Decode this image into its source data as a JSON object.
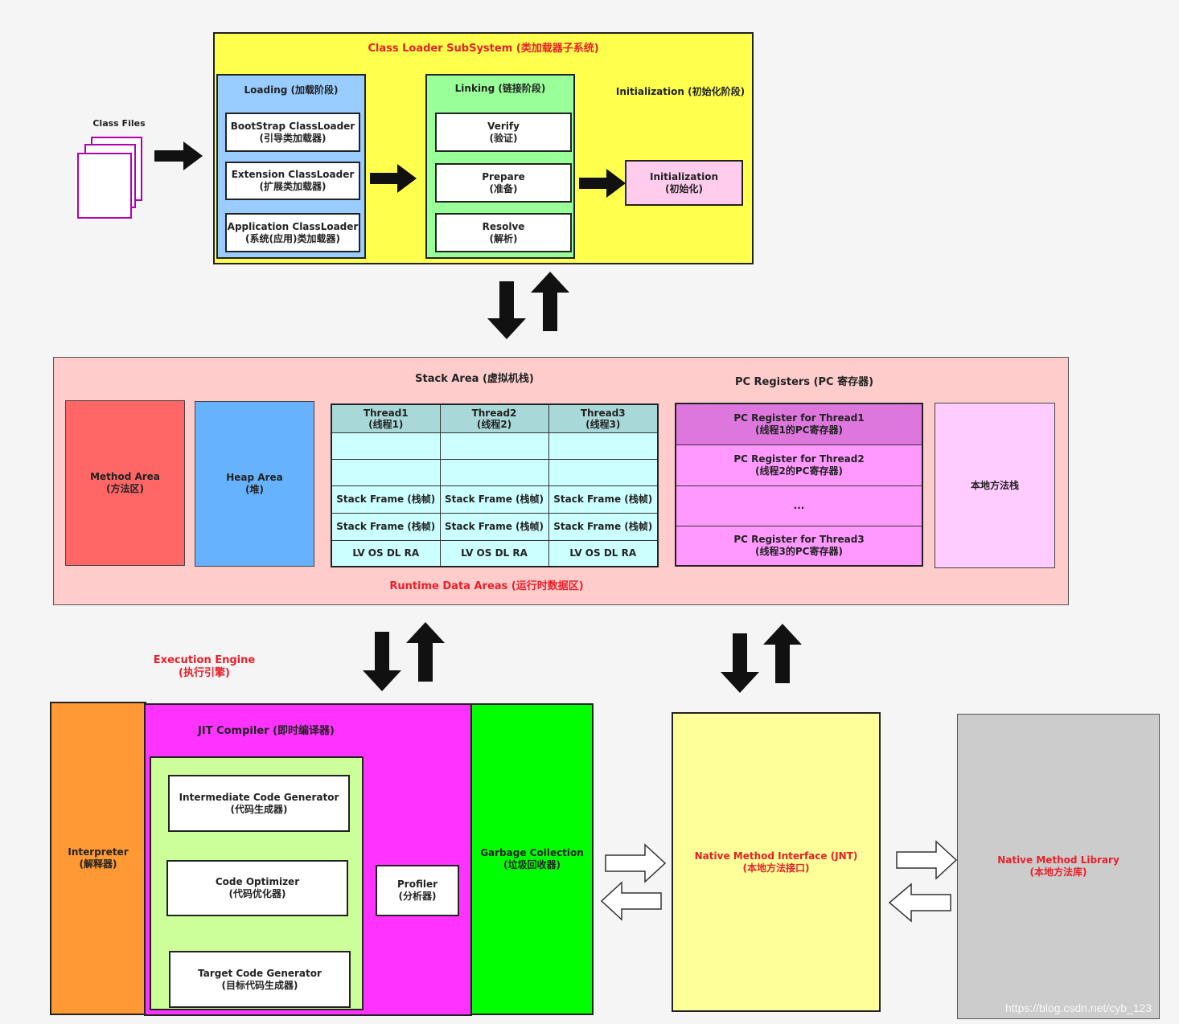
{
  "class_files": {
    "label": "Class Files"
  },
  "class_loader": {
    "title": "Class  Loader  SubSystem (类加载器子系统)",
    "loading": {
      "title": "Loading  (加载阶段)",
      "items": [
        {
          "line1": "BootStrap ClassLoader",
          "line2": "(引导类加载器)"
        },
        {
          "line1": "Extension ClassLoader",
          "line2": "(扩展类加载器)"
        },
        {
          "line1": "Application ClassLoader",
          "line2": "(系统(应用)类加载器)"
        }
      ]
    },
    "linking": {
      "title": "Linking  (链接阶段)",
      "items": [
        {
          "line1": "Verify",
          "line2": "(验证)"
        },
        {
          "line1": "Prepare",
          "line2": "(准备)"
        },
        {
          "line1": "Resolve",
          "line2": "(解析)"
        }
      ]
    },
    "initialization": {
      "title": "Initialization (初始化阶段)",
      "item": {
        "line1": "Initialization",
        "line2": "(初始化)"
      }
    }
  },
  "runtime": {
    "title": "Runtime  Data  Areas  (运行时数据区)",
    "stack_area_title": "Stack  Area  (虚拟机栈)",
    "pc_registers_title": "PC  Registers (PC  寄存器)",
    "method_area": {
      "line1": "Method  Area",
      "line2": "(方法区)"
    },
    "heap_area": {
      "line1": "Heap  Area",
      "line2": "(堆)"
    },
    "threads": [
      {
        "line1": "Thread1",
        "line2": "(线程1)"
      },
      {
        "line1": "Thread2",
        "line2": "(线程2)"
      },
      {
        "line1": "Thread3",
        "line2": "(线程3)"
      }
    ],
    "stack_frame": "Stack  Frame  (栈帧)",
    "frame_parts": "LV  OS  DL  RA",
    "pc_rows": [
      {
        "line1": "PC  Register  for  Thread1",
        "line2": "(线程1的PC寄存器)"
      },
      {
        "line1": "PC  Register  for  Thread2",
        "line2": "(线程2的PC寄存器)"
      },
      {
        "line1": "...",
        "line2": ""
      },
      {
        "line1": "PC  Register  for  Thread3",
        "line2": "(线程3的PC寄存器)"
      }
    ],
    "native_stack": "本地方法栈"
  },
  "execution": {
    "title_line1": "Execution  Engine",
    "title_line2": "(执行引擎)",
    "interpreter": {
      "line1": "Interpreter",
      "line2": "(解释器)"
    },
    "jit_title": "JIT  Compiler  (即时编译器)",
    "jit_items": [
      {
        "line1": "Intermediate  Code  Generator",
        "line2": "(代码生成器)"
      },
      {
        "line1": "Code  Optimizer",
        "line2": "(代码优化器)"
      },
      {
        "line1": "Target  Code  Generator",
        "line2": "(目标代码生成器)"
      }
    ],
    "profiler": {
      "line1": "Profiler",
      "line2": "(分析器)"
    },
    "gc": {
      "line1": "Garbage  Collection",
      "line2": "(垃圾回收器)"
    }
  },
  "native_interface": {
    "line1": "Native  Method  Interface  (JNT)",
    "line2": "(本地方法接口)"
  },
  "native_library": {
    "line1": "Native  Method  Library",
    "line2": "(本地方法库)"
  },
  "watermark": "https://blog.csdn.net/cyb_123",
  "colors": {
    "class_loader_bg": "#ffff4d",
    "loading_bg": "#99ccff",
    "linking_bg": "#99ff99",
    "init_bg": "#ffccee",
    "runtime_bg": "#ffcccc",
    "method_area": "#ff6666",
    "heap_area": "#66b2ff",
    "thread_header": "#a8d8d8",
    "thread_cell": "#ccffff",
    "pc_row1": "#dd77dd",
    "pc_rows": "#ff99ff",
    "native_stack": "#ffccff",
    "interpreter": "#ff9933",
    "jit": "#ff33ff",
    "jit_inner": "#ccff99",
    "gc": "#00ff00",
    "native_interface": "#ffff99",
    "native_library": "#cccccc",
    "title_red": "#e8202a"
  }
}
